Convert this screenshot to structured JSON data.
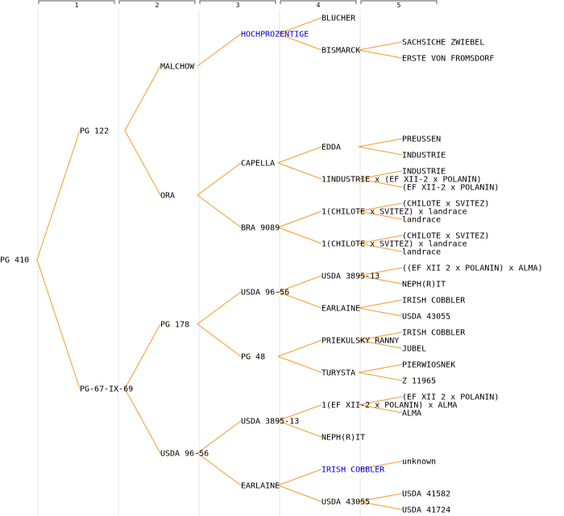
{
  "pedigree": {
    "columns": [
      "1",
      "2",
      "3",
      "4",
      "5"
    ],
    "nodes": [
      {
        "id": "n0",
        "label": "PG 410",
        "gen": 0,
        "parent": null
      },
      {
        "id": "n1",
        "label": "PG 122",
        "gen": 1,
        "parent": "n0"
      },
      {
        "id": "n2",
        "label": "PG-67-IX-69",
        "gen": 1,
        "parent": "n0"
      },
      {
        "id": "n3",
        "label": "MALCHOW",
        "gen": 2,
        "parent": "n1"
      },
      {
        "id": "n4",
        "label": "ORA",
        "gen": 2,
        "parent": "n1"
      },
      {
        "id": "n5",
        "label": "PG 178",
        "gen": 2,
        "parent": "n2"
      },
      {
        "id": "n6",
        "label": "USDA 96-56",
        "gen": 2,
        "parent": "n2"
      },
      {
        "id": "n7",
        "label": "HOCHPROZENTIGE",
        "gen": 3,
        "parent": "n3",
        "link": true
      },
      {
        "id": "n8",
        "label": "CAPELLA",
        "gen": 3,
        "parent": "n4"
      },
      {
        "id": "n9",
        "label": "BRA 9089",
        "gen": 3,
        "parent": "n4"
      },
      {
        "id": "n10",
        "label": "USDA 96-56",
        "gen": 3,
        "parent": "n5"
      },
      {
        "id": "n11",
        "label": "PG 48",
        "gen": 3,
        "parent": "n5"
      },
      {
        "id": "n12",
        "label": "USDA 3895-13",
        "gen": 3,
        "parent": "n6"
      },
      {
        "id": "n13",
        "label": "EARLAINE",
        "gen": 3,
        "parent": "n6"
      },
      {
        "id": "n14",
        "label": "BLUCHER",
        "gen": 4,
        "parent": "n7"
      },
      {
        "id": "n15",
        "label": "BISMARCK",
        "gen": 4,
        "parent": "n7"
      },
      {
        "id": "n16",
        "label": "EDDA",
        "gen": 4,
        "parent": "n8"
      },
      {
        "id": "n17",
        "label": "1INDUSTRIE x (EF XII-2 x POLANIN)",
        "gen": 4,
        "parent": "n8"
      },
      {
        "id": "n18",
        "label": "1(CHILOTE x SVITEZ) x landrace",
        "gen": 4,
        "parent": "n9"
      },
      {
        "id": "n19",
        "label": "1(CHILOTE x SVITEZ) x landrace",
        "gen": 4,
        "parent": "n9"
      },
      {
        "id": "n20",
        "label": "USDA 3895-13",
        "gen": 4,
        "parent": "n10"
      },
      {
        "id": "n21",
        "label": "EARLAINE",
        "gen": 4,
        "parent": "n10"
      },
      {
        "id": "n22",
        "label": "PRIEKULSKY RANNY",
        "gen": 4,
        "parent": "n11"
      },
      {
        "id": "n23",
        "label": "TURYSTA",
        "gen": 4,
        "parent": "n11"
      },
      {
        "id": "n24",
        "label": "1(EF XII-2 x POLANIN) x ALMA",
        "gen": 4,
        "parent": "n12"
      },
      {
        "id": "n25",
        "label": "NEPH(R)IT",
        "gen": 4,
        "parent": "n12"
      },
      {
        "id": "n26",
        "label": "IRISH COBBLER",
        "gen": 4,
        "parent": "n13",
        "link": true
      },
      {
        "id": "n27",
        "label": "USDA 43055",
        "gen": 4,
        "parent": "n13"
      },
      {
        "id": "n28",
        "label": "SACHSICHE ZWIEBEL",
        "gen": 5,
        "parent": "n15"
      },
      {
        "id": "n29",
        "label": "ERSTE VON FROMSDORF",
        "gen": 5,
        "parent": "n15"
      },
      {
        "id": "n30",
        "label": "PREUSSEN",
        "gen": 5,
        "parent": "n16"
      },
      {
        "id": "n31",
        "label": "INDUSTRIE",
        "gen": 5,
        "parent": "n16"
      },
      {
        "id": "n32",
        "label": "INDUSTRIE",
        "gen": 5,
        "parent": "n17"
      },
      {
        "id": "n33",
        "label": "(EF XII-2 x POLANIN)",
        "gen": 5,
        "parent": "n17"
      },
      {
        "id": "n34",
        "label": "(CHILOTE x SVITEZ)",
        "gen": 5,
        "parent": "n18"
      },
      {
        "id": "n35",
        "label": "landrace",
        "gen": 5,
        "parent": "n18"
      },
      {
        "id": "n36",
        "label": "(CHILOTE x SVITEZ)",
        "gen": 5,
        "parent": "n19"
      },
      {
        "id": "n37",
        "label": "landrace",
        "gen": 5,
        "parent": "n19"
      },
      {
        "id": "n38",
        "label": "((EF XII 2 x POLANIN) x ALMA)",
        "gen": 5,
        "parent": "n20"
      },
      {
        "id": "n39",
        "label": "NEPH(R)IT",
        "gen": 5,
        "parent": "n20"
      },
      {
        "id": "n40",
        "label": "IRISH COBBLER",
        "gen": 5,
        "parent": "n21"
      },
      {
        "id": "n41",
        "label": "USDA 43055",
        "gen": 5,
        "parent": "n21"
      },
      {
        "id": "n42",
        "label": "IRISH COBBLER",
        "gen": 5,
        "parent": "n22"
      },
      {
        "id": "n43",
        "label": "JUBEL",
        "gen": 5,
        "parent": "n22"
      },
      {
        "id": "n44",
        "label": "PIERWIOSNEK",
        "gen": 5,
        "parent": "n23"
      },
      {
        "id": "n45",
        "label": "Z 11965",
        "gen": 5,
        "parent": "n23"
      },
      {
        "id": "n46",
        "label": "(EF XII 2 x POLANIN)",
        "gen": 5,
        "parent": "n24"
      },
      {
        "id": "n47",
        "label": "ALMA",
        "gen": 5,
        "parent": "n24"
      },
      {
        "id": "n48",
        "label": "unknown",
        "gen": 5,
        "parent": "n26"
      },
      {
        "id": "n49",
        "label": "USDA 41582",
        "gen": 5,
        "parent": "n27"
      },
      {
        "id": "n50",
        "label": "USDA 41724",
        "gen": 5,
        "parent": "n27"
      }
    ]
  }
}
